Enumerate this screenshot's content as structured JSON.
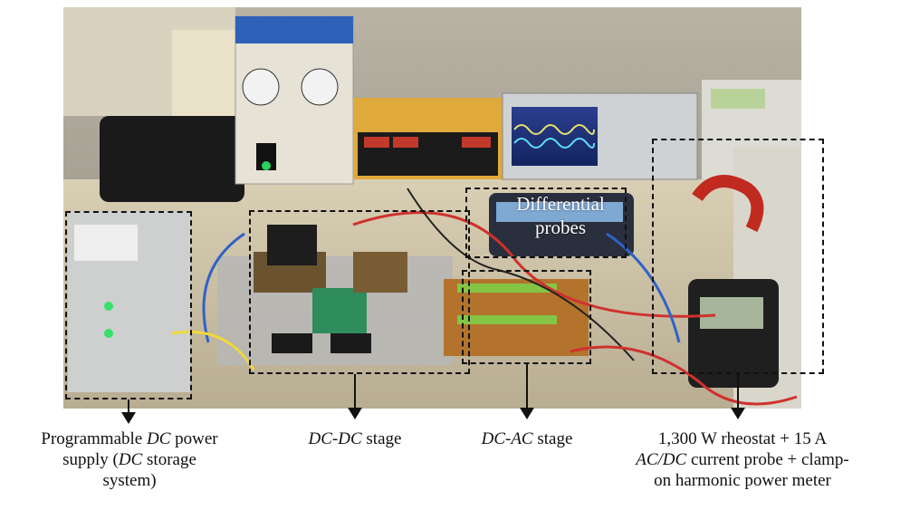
{
  "photo_labels": {
    "differential_probes_line1": "Differential",
    "differential_probes_line2": "probes"
  },
  "captions": {
    "dc_supply": {
      "line1_pre": "Programmable ",
      "line1_em": "DC",
      "line1_post": " power",
      "line2_pre": "supply (",
      "line2_em": "DC",
      "line2_post": " storage",
      "line3": "system)"
    },
    "dcdc_stage": {
      "em": "DC-DC",
      "post": " stage"
    },
    "dcac_stage": {
      "em": "DC-AC",
      "post": " stage"
    },
    "rheostat": {
      "line1": "1,300 W rheostat + 15 A",
      "line2_em": "AC/DC",
      "line2_post": " current probe + clamp-",
      "line3": "on harmonic power meter"
    }
  },
  "colors": {
    "box_stroke": "#111111",
    "arrow": "#111111"
  }
}
